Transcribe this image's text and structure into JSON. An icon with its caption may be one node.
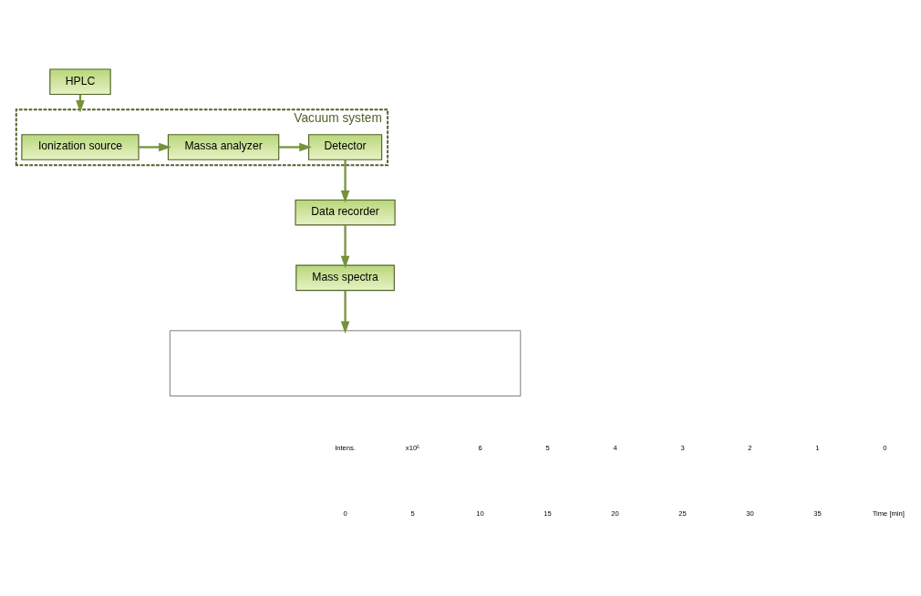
{
  "diagram": {
    "nodes": [
      {
        "text": [
          "HPLC"
        ]
      },
      {
        "text": [
          "Vacuum system"
        ]
      },
      {
        "text": [
          "Ionization source"
        ],
        "in": 1
      },
      {
        "text": [
          "Massa analyzer"
        ],
        "in": 1
      },
      {
        "text": [
          "Detector"
        ],
        "in": 1
      },
      {
        "text": [
          "Data recorder"
        ]
      },
      {
        "text": [
          "Mass spectra"
        ]
      },
      {
        "text": [],
        "shape": "box"
      }
    ],
    "edges": [
      {
        "from": 0,
        "to": 1,
        "arrow": "to"
      },
      {
        "from": 2,
        "to": 3,
        "arrow": "to"
      },
      {
        "from": 3,
        "to": 4,
        "arrow": "to"
      },
      {
        "from": 4,
        "to": 5,
        "arrow": "to"
      },
      {
        "from": 5,
        "to": 6,
        "arrow": "to"
      },
      {
        "from": 6,
        "to": 7,
        "arrow": "to"
      }
    ],
    "labels": [
      "Intens.",
      "x10⁵",
      "6",
      "5",
      "4",
      "3",
      "2",
      "1",
      "0",
      "0",
      "5",
      "10",
      "15",
      "20",
      "25",
      "30",
      "35",
      "Time [min]"
    ]
  }
}
